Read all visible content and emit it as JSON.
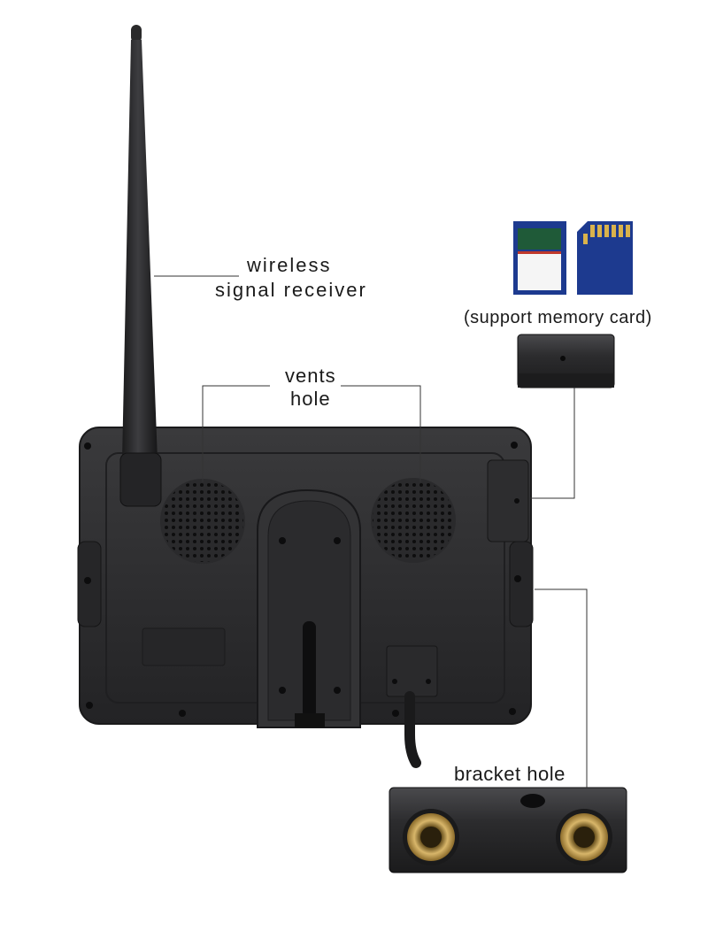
{
  "callouts": {
    "antenna_line1": "wireless",
    "antenna_line2": "signal receiver",
    "vents_line1": "vents",
    "vents_line2": "hole",
    "memory_card": "(support memory card)",
    "bracket": "bracket hole"
  },
  "colors": {
    "housing": "#2b2b2d",
    "housing_edge": "#1c1c1e",
    "stand": "#2f2f31",
    "sd_blue": "#1d3a8f",
    "brass": "#c9a55a",
    "leader_line": "#333333"
  }
}
